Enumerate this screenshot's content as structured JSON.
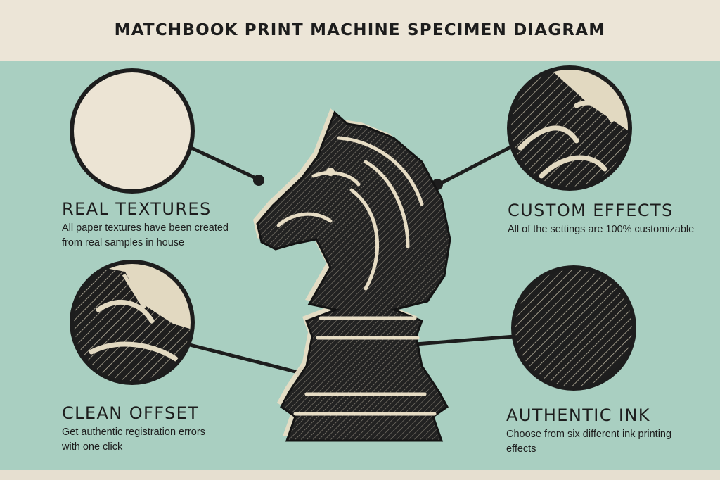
{
  "title": "MATCHBOOK PRINT MACHINE SPECIMEN DIAGRAM",
  "callouts": [
    {
      "heading": "REAL TEXTURES",
      "text": "All paper textures have been created from real samples in house"
    },
    {
      "heading": "CUSTOM EFFECTS",
      "text": "All of the settings are 100% customizable"
    },
    {
      "heading": "CLEAN OFFSET",
      "text": "Get authentic registration errors with one click"
    },
    {
      "heading": "AUTHENTIC INK",
      "text": "Choose from six different ink printing effects"
    }
  ],
  "colors": {
    "paper": "#ece5d7",
    "mint": "#a9cfc1",
    "ink": "#1d1d1d"
  },
  "illustration": "chess-knight-icon"
}
